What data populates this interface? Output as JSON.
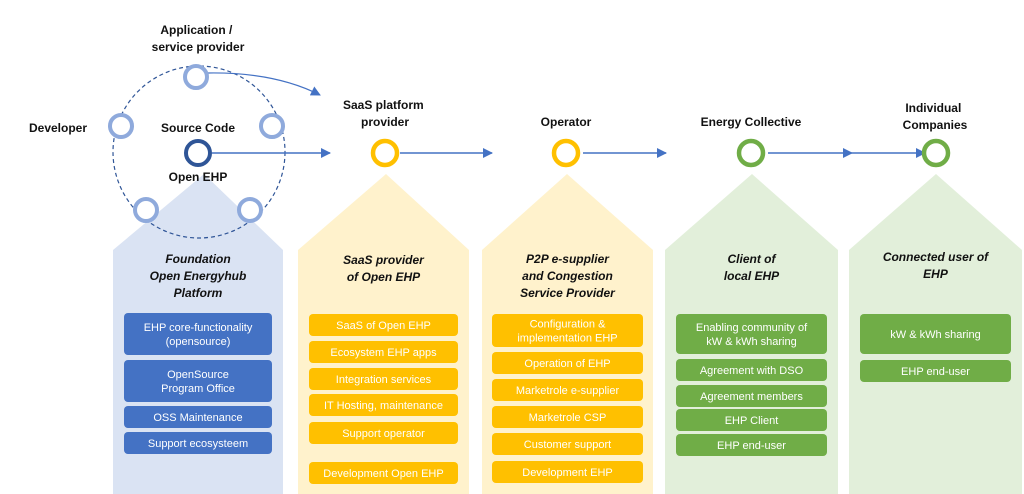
{
  "top_labels": {
    "app_provider": [
      "Application /",
      "service provider"
    ],
    "developer": "Developer",
    "source_code": "Source Code",
    "open_ehp": "Open EHP",
    "saas_provider": [
      "SaaS platform",
      "provider"
    ],
    "operator": "Operator",
    "energy_collective": "Energy Collective",
    "individual": [
      "Individual",
      "Companies"
    ]
  },
  "colors": {
    "blue_panel": "#dae3f3",
    "blue_button": "#4472c4",
    "yellow_panel": "#fff2cc",
    "yellow_button": "#ffc000",
    "green_panel": "#e2efda",
    "green_button": "#70ad47",
    "arrow": "#4472c4",
    "node_ring": "#8faadc",
    "node_dark": "#2f5597"
  },
  "columns": [
    {
      "title": [
        "Foundation",
        "Open Energyhub",
        "Platform"
      ],
      "items": [
        [
          "EHP core-functionality",
          "(opensource)"
        ],
        [
          "OpenSource",
          "Program Office"
        ],
        [
          "OSS Maintenance"
        ],
        [
          "Support ecosysteem"
        ]
      ]
    },
    {
      "title": [
        "SaaS provider",
        "of Open EHP"
      ],
      "items": [
        [
          "SaaS of Open EHP"
        ],
        [
          "Ecosystem EHP apps"
        ],
        [
          "Integration services"
        ],
        [
          "IT Hosting, maintenance"
        ],
        [
          "Support operator"
        ],
        [
          "Development Open EHP"
        ]
      ]
    },
    {
      "title": [
        "P2P e-supplier",
        "and Congestion",
        "Service Provider"
      ],
      "items": [
        [
          "Configuration  &",
          "implementation EHP"
        ],
        [
          "Operation of EHP"
        ],
        [
          "Marketrole e-supplier"
        ],
        [
          "Marketrole CSP"
        ],
        [
          "Customer support"
        ],
        [
          "Development EHP"
        ]
      ]
    },
    {
      "title": [
        "Client of",
        "local EHP"
      ],
      "items": [
        [
          "Enabling community of",
          "kW & kWh sharing"
        ],
        [
          "Agreement with DSO"
        ],
        [
          "Agreement members"
        ],
        [
          "EHP Client"
        ],
        [
          "EHP end-user"
        ]
      ]
    },
    {
      "title": [
        "Connected user of",
        "EHP"
      ],
      "items": [
        [
          "kW & kWh sharing"
        ],
        [
          "EHP end-user"
        ]
      ]
    }
  ]
}
